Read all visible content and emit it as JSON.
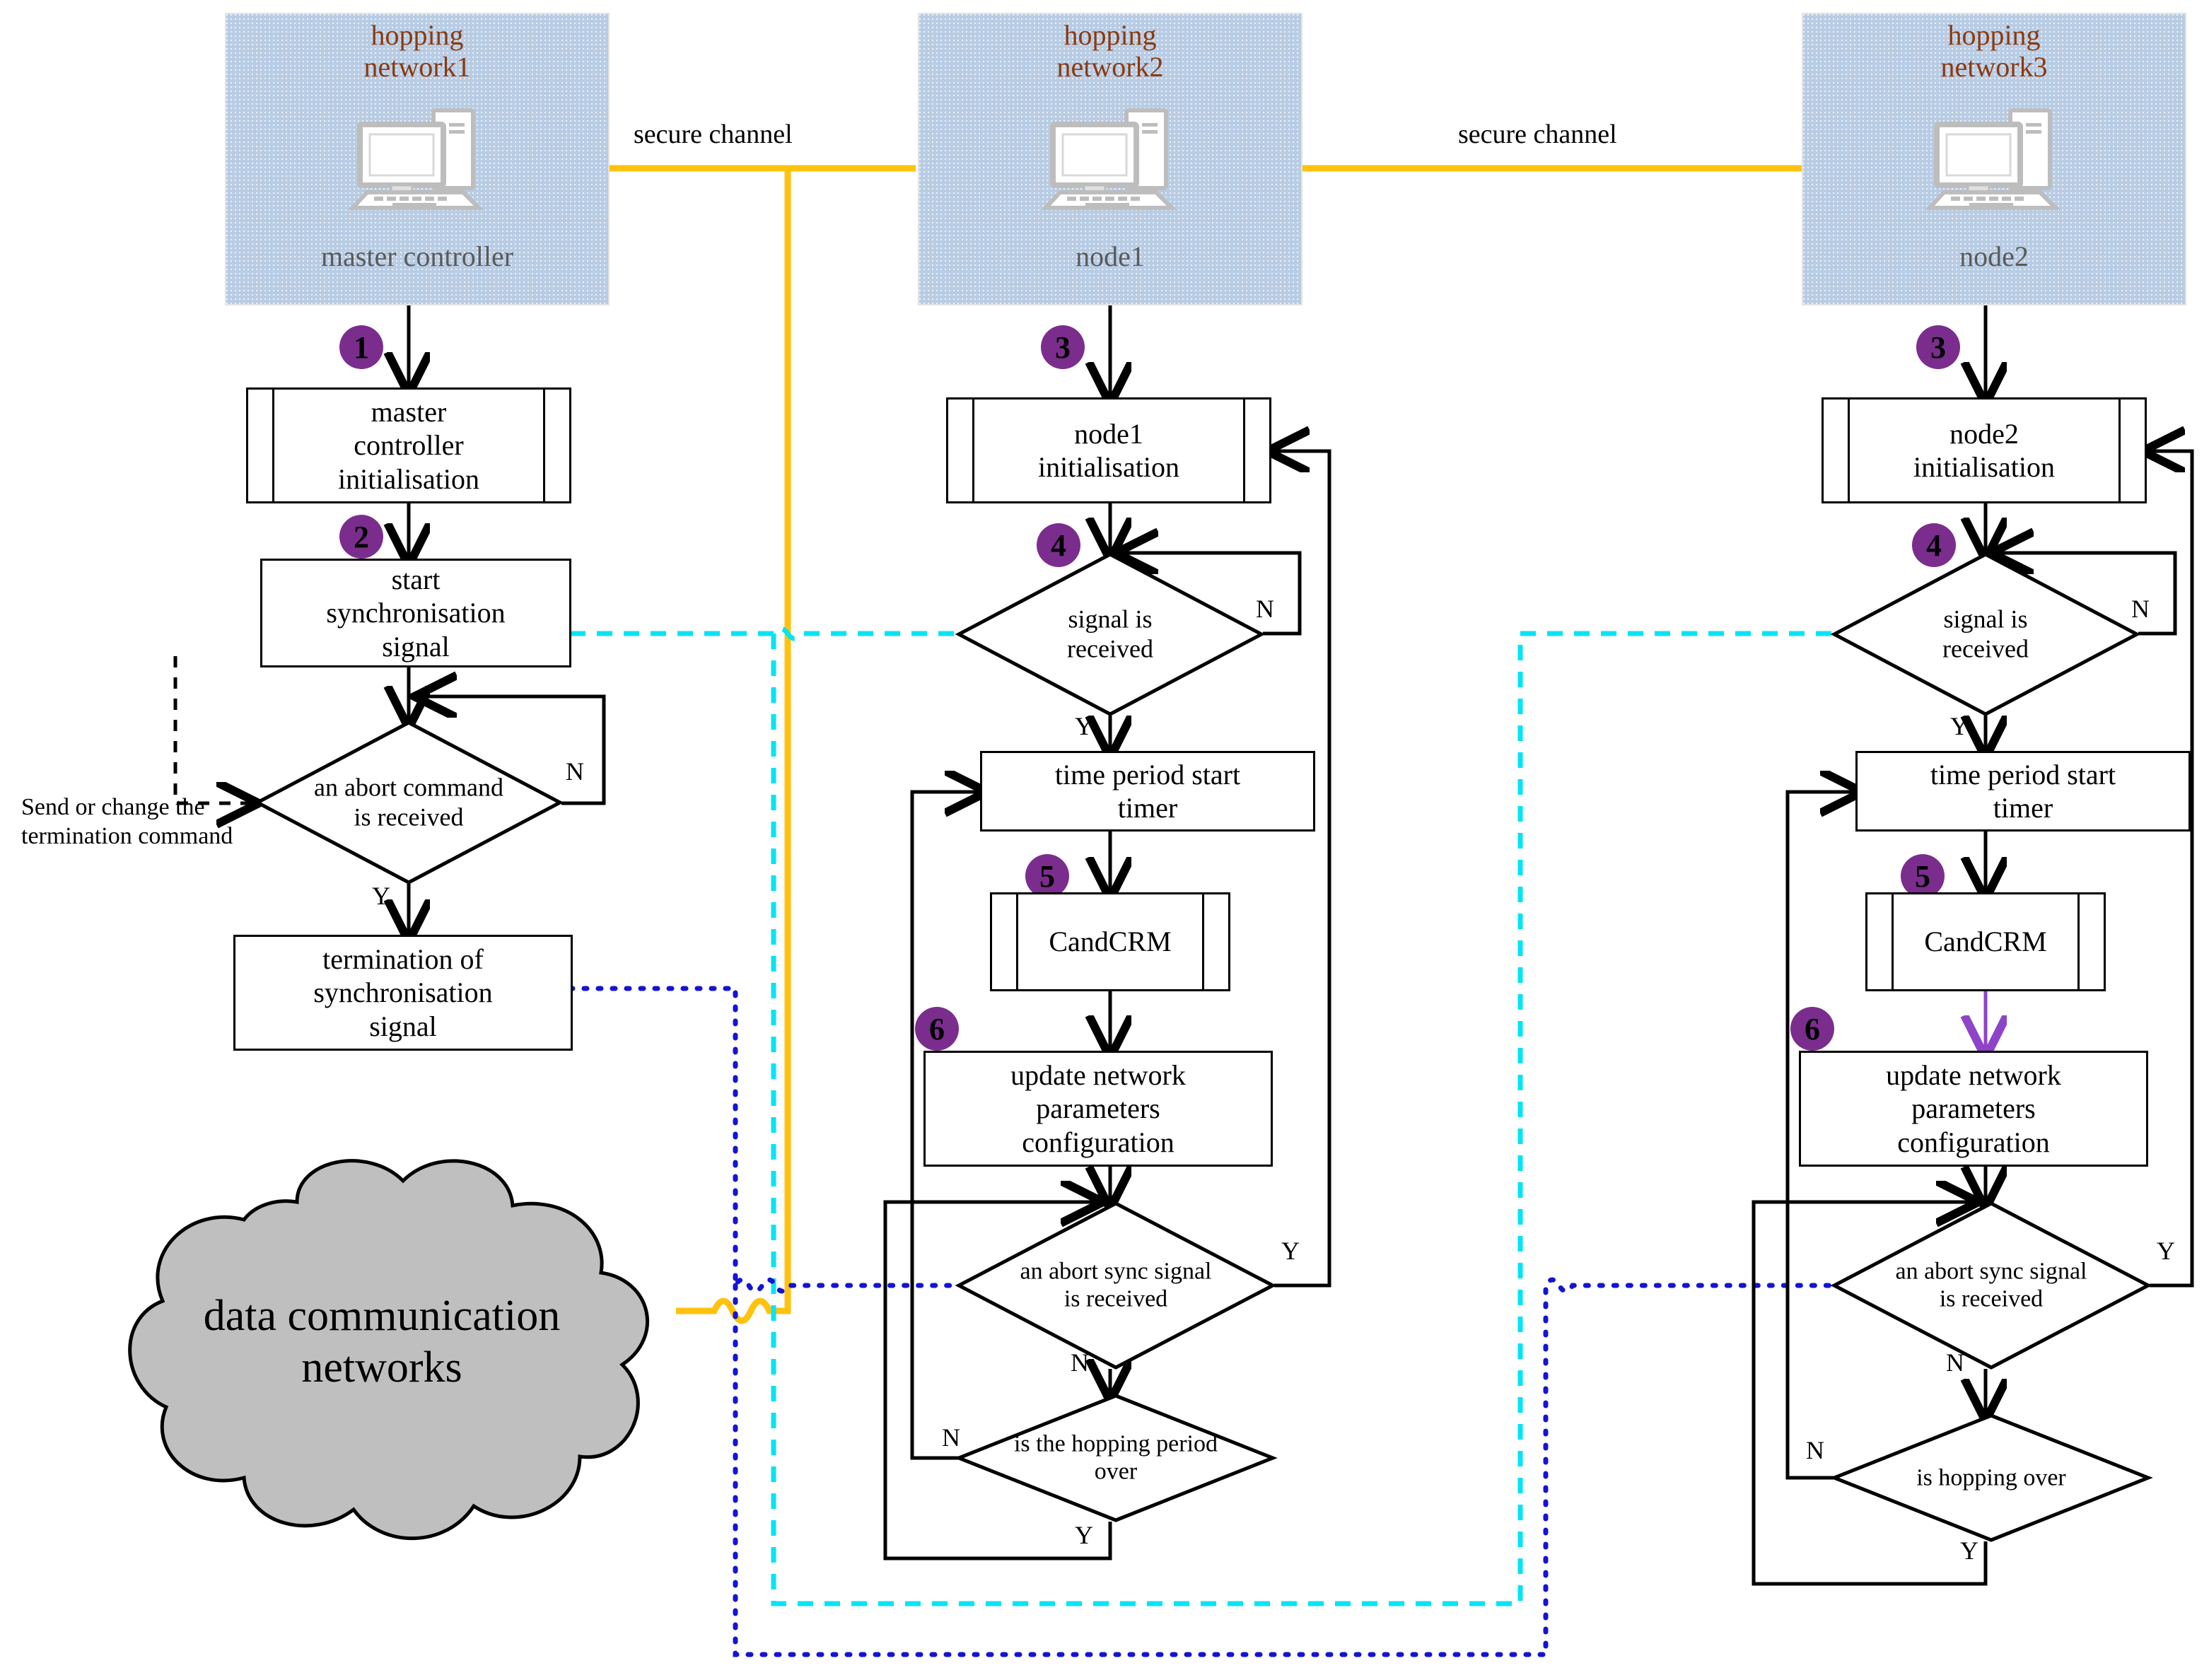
{
  "networks": [
    {
      "title": "hopping\nnetwork1",
      "title_line1": "hopping",
      "title_line2": "network1",
      "device": "master controller",
      "icon": "desktop-computer-icon"
    },
    {
      "title": "hopping\nnetwork2",
      "title_line1": "hopping",
      "title_line2": "network2",
      "device": "node1",
      "icon": "desktop-computer-icon"
    },
    {
      "title": "hopping\nnetwork3",
      "title_line1": "hopping",
      "title_line2": "network3",
      "device": "node2",
      "icon": "desktop-computer-icon"
    }
  ],
  "channels": [
    {
      "label": "secure channel"
    },
    {
      "label": "secure channel"
    }
  ],
  "cloud": {
    "line1": "data communication",
    "line2": "networks"
  },
  "annotation": {
    "line1": "Send or change the",
    "line2": "termination command"
  },
  "columns": {
    "master": {
      "steps": [
        "1",
        "2"
      ],
      "boxes": {
        "init": "master\ncontroller\ninitialisation",
        "init_l1": "master",
        "init_l2": "controller",
        "init_l3": "initialisation",
        "start_sync": "start\nsynchronisation\nsignal",
        "start_l1": "start",
        "start_l2": "synchronisation",
        "start_l3": "signal",
        "termination": "termination of\nsynchronisation\nsignal",
        "term_l1": "termination of",
        "term_l2": "synchronisation",
        "term_l3": "signal"
      },
      "decision": {
        "l1": "an abort command",
        "l2": "is received",
        "yes": "Y",
        "no": "N"
      }
    },
    "node1": {
      "steps": [
        "3",
        "4",
        "5",
        "6"
      ],
      "boxes": {
        "init_l1": "node1",
        "init_l2": "initialisation",
        "timer_l1": "time period start",
        "timer_l2": "timer",
        "candcrm": "CandCRM",
        "update_l1": "update network",
        "update_l2": "parameters",
        "update_l3": "configuration"
      },
      "decisions": {
        "signal": {
          "l1": "signal is",
          "l2": "received",
          "yes": "Y",
          "no": "N"
        },
        "abort": {
          "l1": "an abort sync signal",
          "l2": "is received",
          "yes": "Y",
          "no": "N"
        },
        "hop": {
          "l1": "is the hopping period",
          "l2": "over",
          "yes": "Y",
          "no": "N"
        }
      }
    },
    "node2": {
      "steps": [
        "3",
        "4",
        "5",
        "6"
      ],
      "boxes": {
        "init_l1": "node2",
        "init_l2": "initialisation",
        "timer_l1": "time period start",
        "timer_l2": "timer",
        "candcrm": "CandCRM",
        "update_l1": "update network",
        "update_l2": "parameters",
        "update_l3": "configuration"
      },
      "decisions": {
        "signal": {
          "l1": "signal is",
          "l2": "received",
          "yes": "Y",
          "no": "N"
        },
        "abort": {
          "l1": "an abort sync signal",
          "l2": "is received",
          "yes": "Y",
          "no": "N"
        },
        "hop": {
          "l1": "is hopping  over",
          "l2": "",
          "yes": "Y",
          "no": "N"
        }
      }
    }
  },
  "colors": {
    "badge_purple": "#7b2d8e",
    "secure_channel_orange": "#ffc20e",
    "sync_signal_cyan": "#00e5f5",
    "abort_signal_blue": "#1414d2",
    "panel_blue": "#b8cce4",
    "panel_title_brown": "#8a3a10",
    "cloud_gray": "#bfbfbf",
    "flow_black": "#000000"
  }
}
